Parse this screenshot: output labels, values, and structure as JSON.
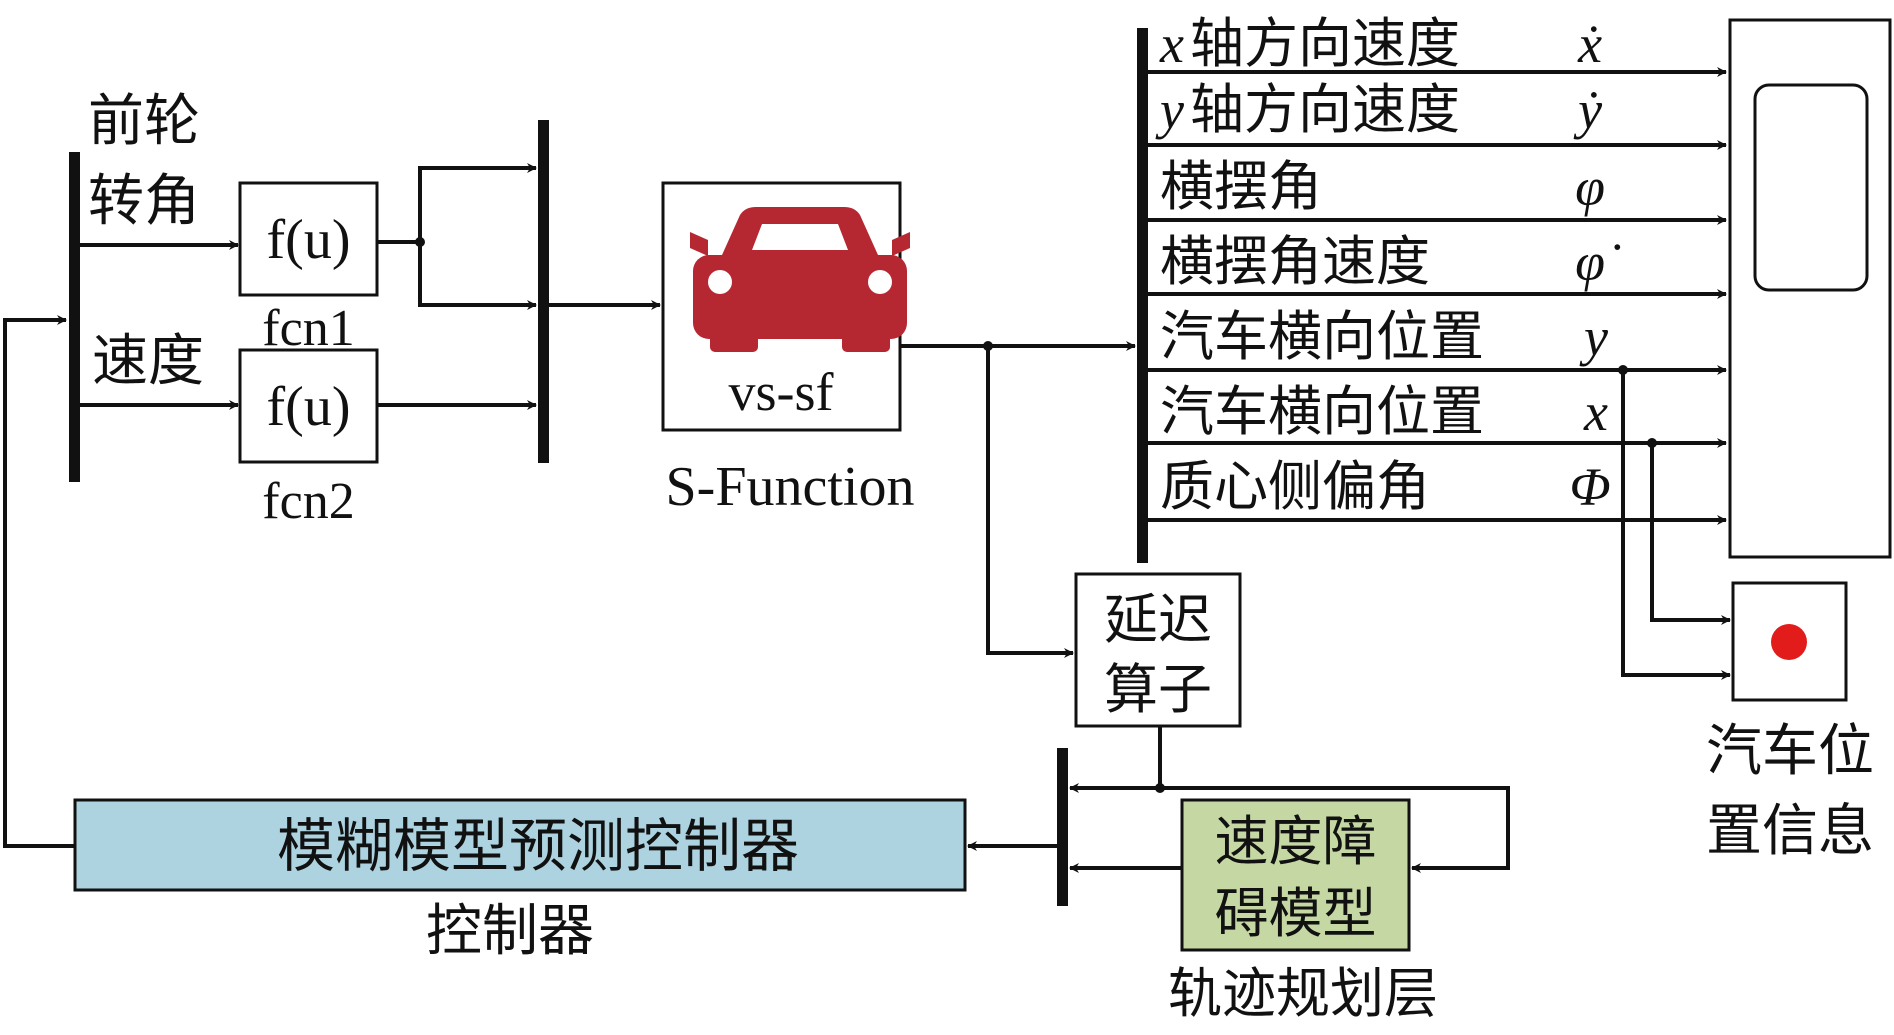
{
  "colors": {
    "line": "#111111",
    "controller_fill": "#add3e0",
    "obstacle_fill": "#c5d8a4",
    "car_red": "#b52832",
    "dot_red": "#e21b1b"
  },
  "inputs": {
    "front_wheel_angle": [
      "前轮",
      "转角"
    ],
    "speed": "速度"
  },
  "fcn1": {
    "expr": "f(u)",
    "name": "fcn1"
  },
  "fcn2": {
    "expr": "f(u)",
    "name": "fcn2"
  },
  "sfunction": {
    "inner": "vs-sf",
    "name": "S-Function",
    "icon": "car-icon"
  },
  "outputs": [
    {
      "prefix": "x",
      "label": "轴方向速度",
      "symbol": "ẋ"
    },
    {
      "prefix": "y",
      "label": "轴方向速度",
      "symbol": "ẏ"
    },
    {
      "prefix": "",
      "label": "横摆角",
      "symbol": "φ"
    },
    {
      "prefix": "",
      "label": "横摆角速度",
      "symbol": "φ̇"
    },
    {
      "prefix": "",
      "label": "汽车横向位置",
      "symbol": "y"
    },
    {
      "prefix": "",
      "label": "汽车横向位置",
      "symbol": "x"
    },
    {
      "prefix": "",
      "label": "质心侧偏角",
      "symbol": "Φ"
    }
  ],
  "delay": {
    "lines": [
      "延迟",
      "算子"
    ]
  },
  "xy_graph": {
    "label_lines": [
      "汽车位",
      "置信息"
    ],
    "icon": "dot-icon"
  },
  "obstacle": {
    "lines": [
      "速度障",
      "碍模型"
    ],
    "caption": "轨迹规划层"
  },
  "controller": {
    "label": "模糊模型预测控制器",
    "caption": "控制器"
  }
}
